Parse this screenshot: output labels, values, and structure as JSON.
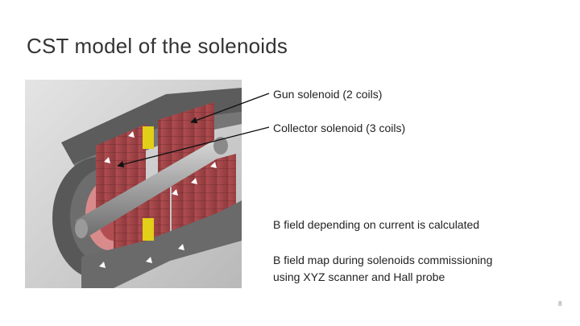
{
  "slide": {
    "title": "CST model of the solenoids",
    "bullets": [
      "Gun solenoid (2 coils)",
      "Collector solenoid (3 coils)",
      "B field depending on current is calculated",
      "B field map during solenoids commissioning",
      "using XYZ scanner and Hall probe"
    ],
    "page_number": "8"
  },
  "colors": {
    "background_panel": "#c9c9c9",
    "housing": "#5f5f5f",
    "coil": "#a9474a",
    "coil_highlight": "#e59a9a",
    "yoke_insert": "#e6d31a",
    "beampipe": "#a8a8a8"
  }
}
